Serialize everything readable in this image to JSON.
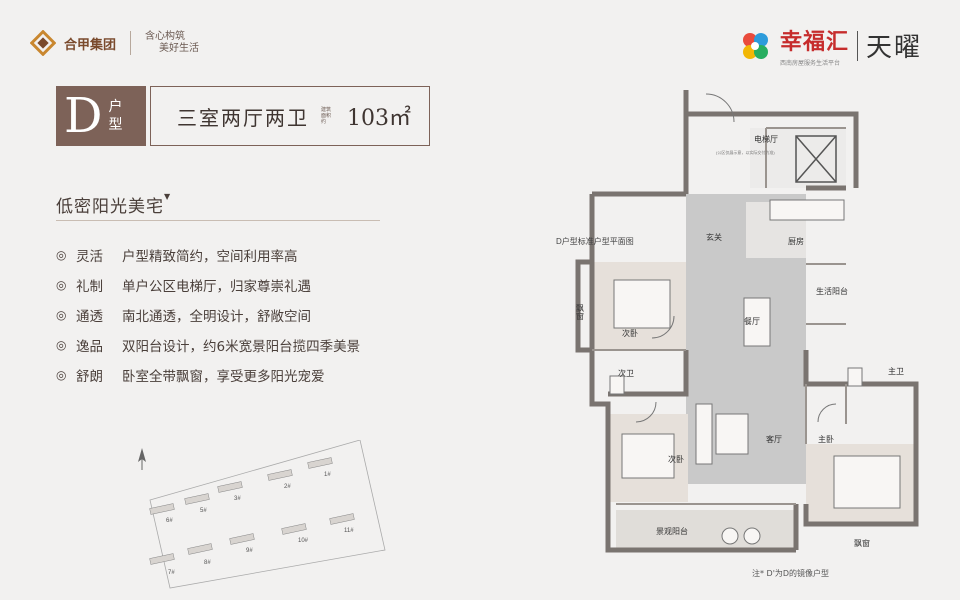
{
  "header": {
    "brand_left": "合甲集团",
    "slogan_line1": "含心构筑",
    "slogan_line2": "美好生活",
    "brand_right": "幸福汇",
    "brand_right_sub": "西南房屋服务生活平台",
    "project": "天曜"
  },
  "unit": {
    "letter": "D",
    "letter_label": "户型",
    "rooms": "三室两厅两卫",
    "area_label": "建筑面积约",
    "area": "103㎡"
  },
  "subtitle": "低密阳光美宅",
  "features": [
    {
      "bullet": "◎",
      "key": "灵活",
      "desc": "户型精致简约，空间利用率高"
    },
    {
      "bullet": "◎",
      "key": "礼制",
      "desc": "单户公区电梯厅，归家尊崇礼遇"
    },
    {
      "bullet": "◎",
      "key": "通透",
      "desc": "南北通透，全明设计，舒敞空间"
    },
    {
      "bullet": "◎",
      "key": "逸品",
      "desc": "双阳台设计，约6米宽景阳台揽四季美景"
    },
    {
      "bullet": "◎",
      "key": "舒朗",
      "desc": "卧室全带飘窗，享受更多阳光宠爱"
    }
  ],
  "siteplan": {
    "buildings": [
      "1#",
      "2#",
      "3#",
      "5#",
      "6#",
      "7#",
      "8#",
      "9#",
      "10#",
      "11#"
    ]
  },
  "plan": {
    "label": "D户型标准户型平面图",
    "rooms": {
      "elevator": "电梯厅",
      "elevator_note": "(公区仅展示意，以实际交付为准)",
      "entry": "玄关",
      "kitchen": "厨房",
      "dining": "餐厅",
      "utility_balcony": "生活阳台",
      "bay_window_left": "飘窗",
      "second_bedroom_1": "次卧",
      "second_bath": "次卫",
      "second_bedroom_2": "次卧",
      "living": "客厅",
      "master_bath": "主卫",
      "master_bedroom": "主卧",
      "view_balcony": "景观阳台",
      "bay_window_bottom": "飘窗"
    }
  },
  "note": "注* D'为D的镜像户型",
  "colors": {
    "accent": "#7d6258",
    "background": "#f2f1f0",
    "wall": "#7a7470",
    "floor_stone": "#c9c9c9",
    "floor_wood": "#e6e0da"
  }
}
